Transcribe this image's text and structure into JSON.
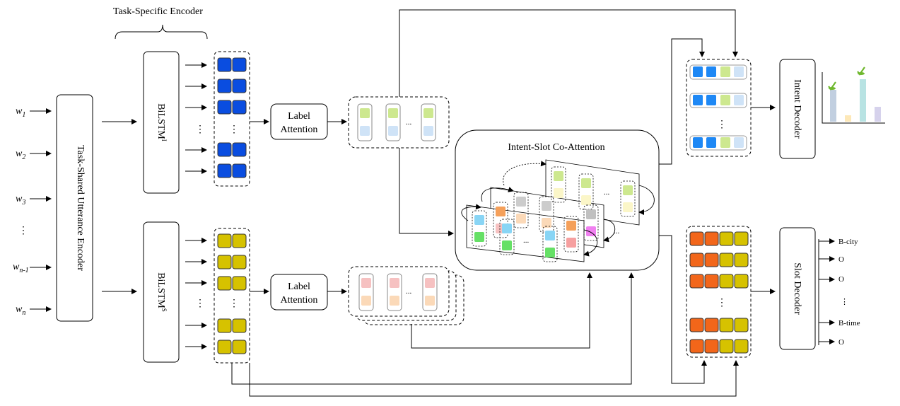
{
  "title": "Task-Specific Encoder",
  "inputs": {
    "w1": "w",
    "w1_sub": "1",
    "w2": "w",
    "w2_sub": "2",
    "w3": "w",
    "w3_sub": "3",
    "dots": "⋮",
    "wn1": "w",
    "wn1_sub": "n-1",
    "wn": "w",
    "wn_sub": "n"
  },
  "shared_encoder": "Task-Shared Utterance Encoder",
  "bilstm_intent": "BiLSTM",
  "bilstm_intent_sup": "I",
  "bilstm_slot": "BiLSTM",
  "bilstm_slot_sup": "S",
  "label_attention_top_1": "Label",
  "label_attention_top_2": "Attention",
  "label_attention_bottom_1": "Label",
  "label_attention_bottom_2": "Attention",
  "coattention": "Intent-Slot Co-Attention",
  "intent_decoder": "Intent Decoder",
  "slot_decoder": "Slot Decoder",
  "ellipsis": "...",
  "vdots": "⋮",
  "slot_outputs": [
    "B-city",
    "O",
    "O",
    "⋮",
    "B-time",
    "O"
  ],
  "colors": {
    "intent_blue": "#0a4de0",
    "slot_yellow": "#d6c200",
    "slot_orange": "#f2661a",
    "light_blue": "#1e88f5",
    "pale_blue": "#cfe3f7",
    "lime": "#cde88f",
    "pink": "#f6c1c1",
    "peach": "#fbd9b8",
    "check_green": "#6fb82e"
  },
  "chart_bars": [
    {
      "value": 0.75,
      "color": "#c1cfe0"
    },
    {
      "value": 0.15,
      "color": "#fde8b8"
    },
    {
      "value": 1.0,
      "color": "#b8e3e3"
    },
    {
      "value": 0.35,
      "color": "#d6d2ec"
    }
  ]
}
